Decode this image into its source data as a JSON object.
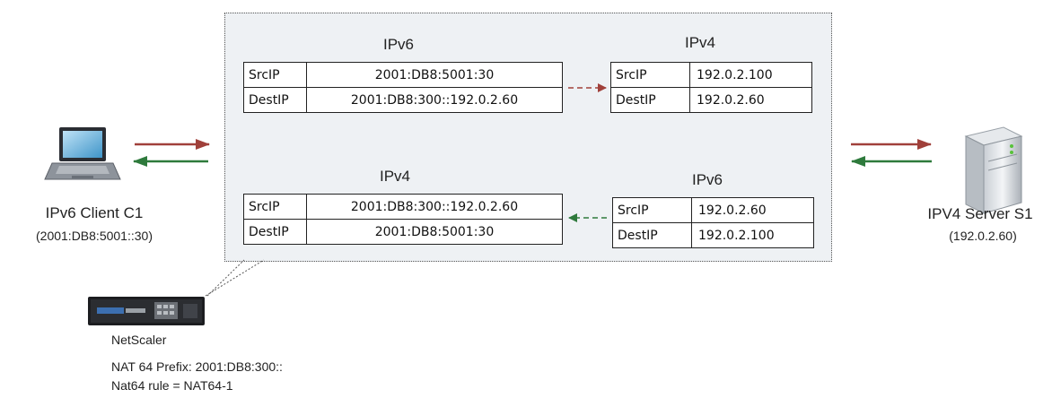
{
  "client": {
    "title": "IPv6 Client C1",
    "address": "(2001:DB8:5001::30)"
  },
  "server": {
    "title": "IPV4 Server S1",
    "address": "(192.0.2.60)"
  },
  "netscaler": {
    "title": "NetScaler",
    "prefix_line": "NAT 64 Prefix: 2001:DB8:300::",
    "rule_line": "Nat64 rule = NAT64-1"
  },
  "tables": {
    "top_left": {
      "title": "IPv6",
      "rows": [
        {
          "field": "SrcIP",
          "value": "2001:DB8:5001:30"
        },
        {
          "field": "DestIP",
          "value": "2001:DB8:300::192.0.2.60"
        }
      ]
    },
    "top_right": {
      "title": "IPv4",
      "rows": [
        {
          "field": "SrcIP",
          "value": "192.0.2.100"
        },
        {
          "field": "DestIP",
          "value": "192.0.2.60"
        }
      ]
    },
    "bottom_left": {
      "title": "IPv4",
      "rows": [
        {
          "field": "SrcIP",
          "value": "2001:DB8:300::192.0.2.60"
        },
        {
          "field": "DestIP",
          "value": "2001:DB8:5001:30"
        }
      ]
    },
    "bottom_right": {
      "title": "IPv6",
      "rows": [
        {
          "field": "SrcIP",
          "value": "192.0.2.60"
        },
        {
          "field": "DestIP",
          "value": "192.0.2.100"
        }
      ]
    }
  },
  "colors": {
    "request_arrow": "#a0403a",
    "response_arrow": "#2e7a3c",
    "callout_bg": "#eef1f4"
  }
}
